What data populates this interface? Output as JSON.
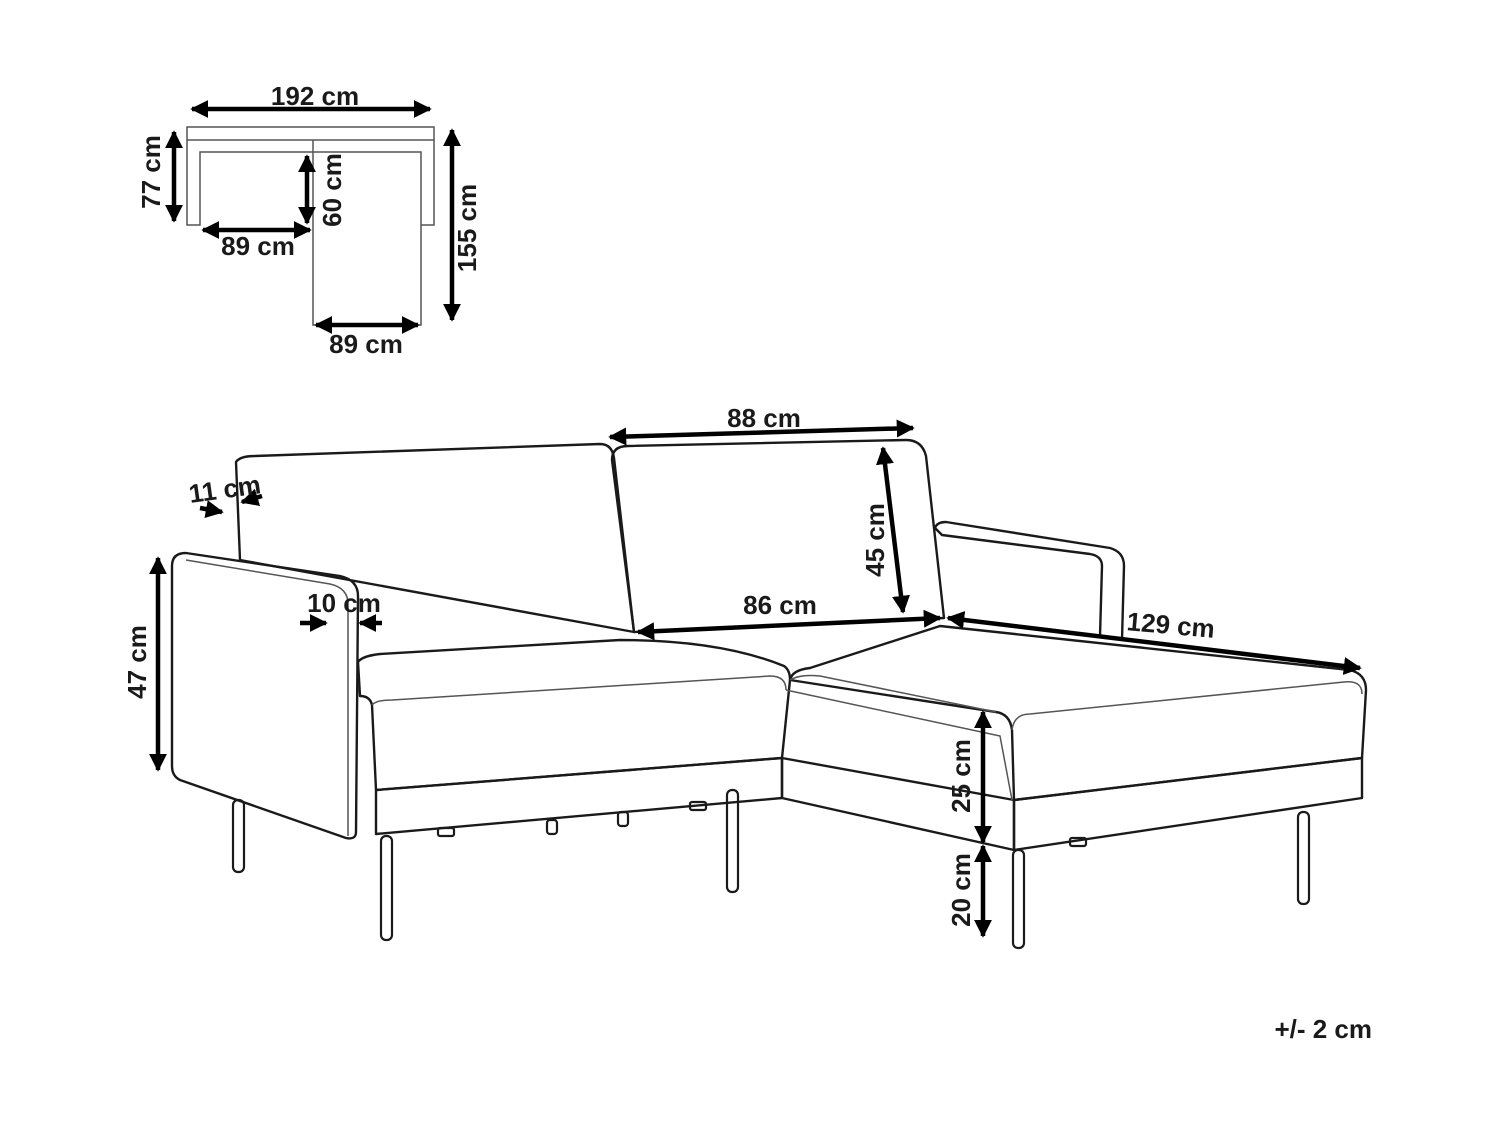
{
  "plan": {
    "width_label": "192 cm",
    "depth_label": "77 cm",
    "seat_depth_label": "60 cm",
    "seat_width_label": "89 cm",
    "chaise_length_label": "155 cm",
    "chaise_width_label": "89 cm"
  },
  "sofa": {
    "backrest_width_label": "88 cm",
    "backrest_height_label": "45 cm",
    "backrest_thickness_label": "11 cm",
    "armrest_width_label": "10 cm",
    "seat_width_label": "86 cm",
    "chaise_depth_label": "129 cm",
    "arm_height_label": "47 cm",
    "seat_height_label": "25 cm",
    "leg_height_label": "20 cm"
  },
  "tolerance_label": "+/- 2 cm"
}
